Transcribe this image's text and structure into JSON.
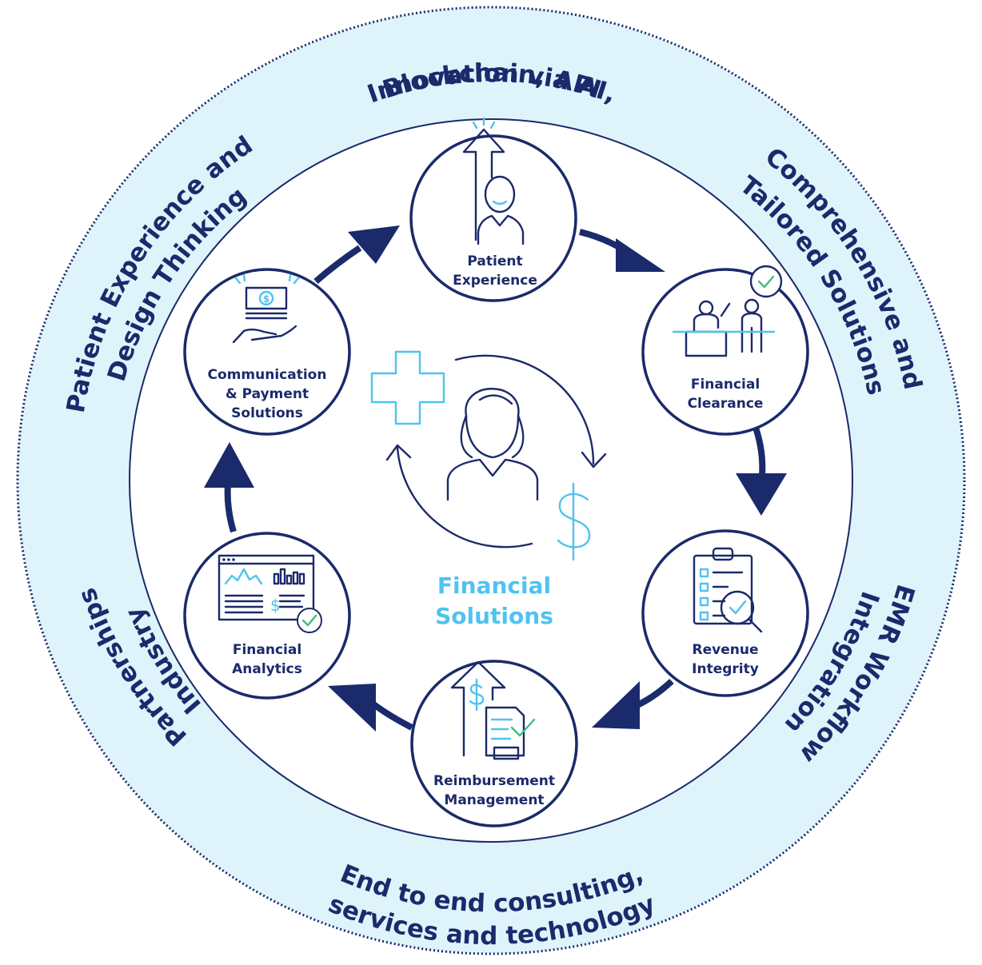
{
  "center": {
    "line1": "Financial",
    "line2": "Solutions"
  },
  "outer_ring": [
    {
      "key": "top",
      "lines": [
        "Innovation via AI,",
        "Blockchain, API"
      ]
    },
    {
      "key": "upper_right",
      "lines": [
        "Comprehensive and",
        "Tailored Solutions"
      ]
    },
    {
      "key": "lower_right",
      "lines": [
        "EMR Workflow",
        "Integration"
      ]
    },
    {
      "key": "bottom",
      "lines": [
        "End to end consulting,",
        "services and technology"
      ]
    },
    {
      "key": "lower_left",
      "lines": [
        "Industry",
        "Partnerships"
      ]
    },
    {
      "key": "upper_left",
      "lines": [
        "Patient Experience and",
        "Design Thinking"
      ]
    }
  ],
  "cycle": [
    {
      "key": "patient_experience",
      "icon": "patient-growth-icon",
      "lines": [
        "Patient",
        "Experience"
      ]
    },
    {
      "key": "financial_clearance",
      "icon": "front-desk-checkin-icon",
      "lines": [
        "Financial",
        "Clearance"
      ]
    },
    {
      "key": "revenue_integrity",
      "icon": "clipboard-magnifier-icon",
      "lines": [
        "Revenue",
        "Integrity"
      ]
    },
    {
      "key": "reimbursement_management",
      "icon": "dollar-receipt-icon",
      "lines": [
        "Reimbursement",
        "Management"
      ]
    },
    {
      "key": "financial_analytics",
      "icon": "analytics-dashboard-icon",
      "lines": [
        "Financial",
        "Analytics"
      ]
    },
    {
      "key": "communication_payment",
      "icon": "hand-money-icon",
      "lines": [
        "Communication",
        "& Payment",
        "Solutions"
      ]
    }
  ],
  "colors": {
    "navy": "#1b2a6b",
    "cyan": "#4fc3ef",
    "ring_fill": "#dff3fb",
    "green_check": "#3cbf7a"
  }
}
